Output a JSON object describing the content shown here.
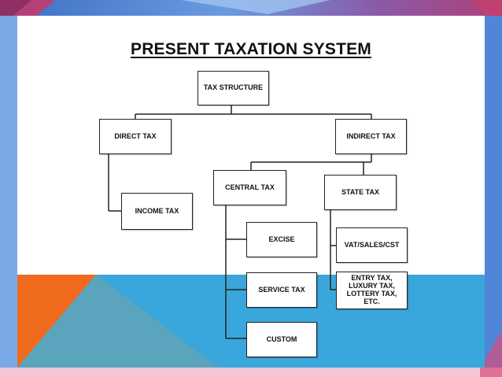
{
  "slide": {
    "title": "PRESENT TAXATION SYSTEM"
  },
  "colors": {
    "frame_top": "#5b8fd6",
    "frame_accent": "#d94b7a",
    "band_blue": "#3aa7dc",
    "band_orange": "#f06a1e",
    "band_teal": "#5aa5bd",
    "box_border": "#222222"
  },
  "nodes": {
    "tax_structure": "TAX STRUCTURE",
    "direct_tax": "DIRECT TAX",
    "indirect_tax": "INDIRECT TAX",
    "income_tax": "INCOME TAX",
    "central_tax": "CENTRAL TAX",
    "state_tax": "STATE TAX",
    "excise": "EXCISE",
    "service_tax": "SERVICE TAX",
    "custom": "CUSTOM",
    "vat_sales_cst": "VAT/SALES/CST",
    "entry_tax_etc": "ENTRY TAX, LUXURY TAX, LOTTERY TAX, ETC."
  }
}
